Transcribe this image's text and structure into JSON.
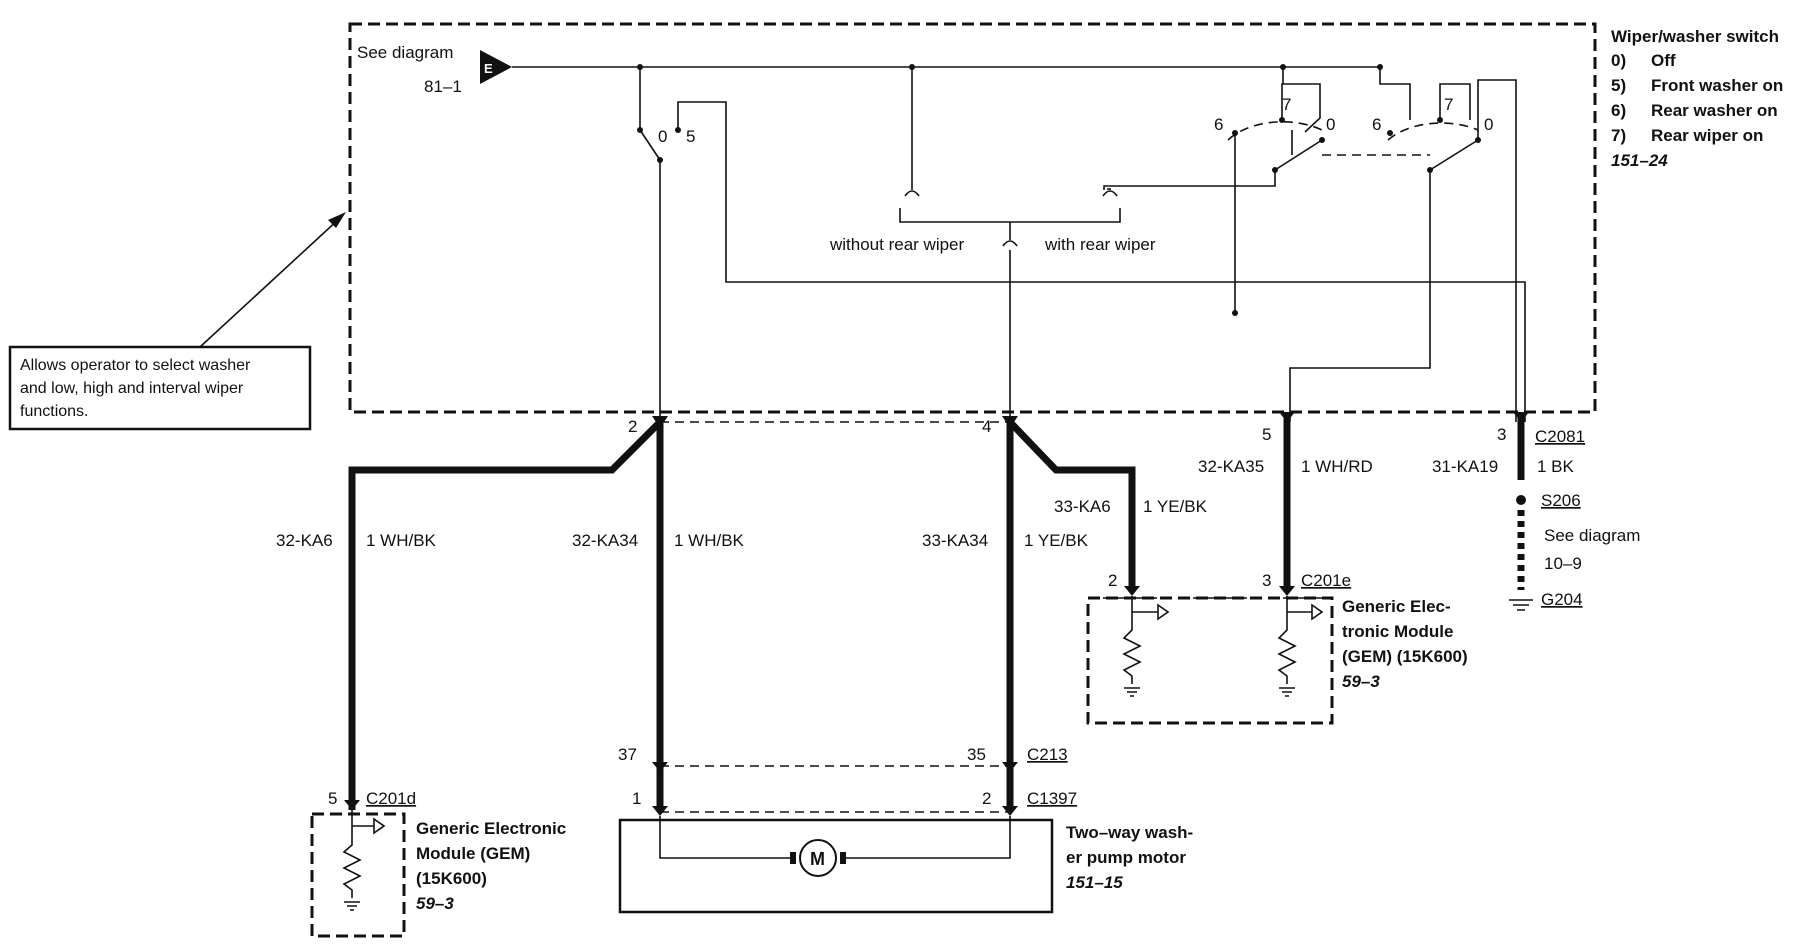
{
  "switch_block": {
    "title": "Wiper/washer switch",
    "positions": [
      {
        "num": "0)",
        "label": "Off"
      },
      {
        "num": "5)",
        "label": "Front washer on"
      },
      {
        "num": "6)",
        "label": "Rear washer on"
      },
      {
        "num": "7)",
        "label": "Rear wiper on"
      }
    ],
    "ref": "151–24",
    "see_diagram": "See diagram",
    "see_ref": "81–1",
    "conn_letter": "E",
    "contact_0": "0",
    "contact_5": "5",
    "sw_a": {
      "c6": "6",
      "c7": "7",
      "c0": "0"
    },
    "sw_b": {
      "c6": "6",
      "c7": "7",
      "c0": "0"
    },
    "without_rear": "without rear wiper",
    "with_rear": "with rear wiper"
  },
  "callout": {
    "lines": [
      "Allows operator to select washer",
      "and low, high and interval wiper",
      "functions."
    ]
  },
  "switch_pins": {
    "p2": "2",
    "p4": "4",
    "p5": "5",
    "p3": "3"
  },
  "wires": [
    {
      "circuit": "32-KA6",
      "color": "1 WH/BK"
    },
    {
      "circuit": "32-KA34",
      "color": "1 WH/BK"
    },
    {
      "circuit": "33-KA34",
      "color": "1 YE/BK"
    },
    {
      "circuit": "33-KA6",
      "color": "1 YE/BK"
    },
    {
      "circuit": "32-KA35",
      "color": "1 WH/RD"
    },
    {
      "circuit": "31-KA19",
      "color": "1 BK"
    }
  ],
  "connectors": {
    "c2081": "C2081",
    "s206": "S206",
    "ground_see": [
      "See diagram",
      "10–9"
    ],
    "g204": "G204",
    "c201e": "C201e",
    "c201e_pins": {
      "p2": "2",
      "p3": "3"
    },
    "c213": "C213",
    "c213_pins": {
      "p37": "37",
      "p35": "35"
    },
    "c1397": "C1397",
    "c1397_pins": {
      "p1": "1",
      "p2": "2"
    },
    "c201d": "C201d",
    "c201d_pin": "5"
  },
  "gem_right": {
    "lines": [
      "Generic Elec-",
      "tronic Module",
      "(GEM) (15K600)"
    ],
    "ref": "59–3"
  },
  "gem_left": {
    "lines": [
      "Generic Electronic",
      "Module (GEM)",
      "(15K600)"
    ],
    "ref": "59–3"
  },
  "pump": {
    "lines": [
      "Two–way wash-",
      "er pump motor"
    ],
    "ref": "151–15",
    "motor_letter": "M"
  }
}
